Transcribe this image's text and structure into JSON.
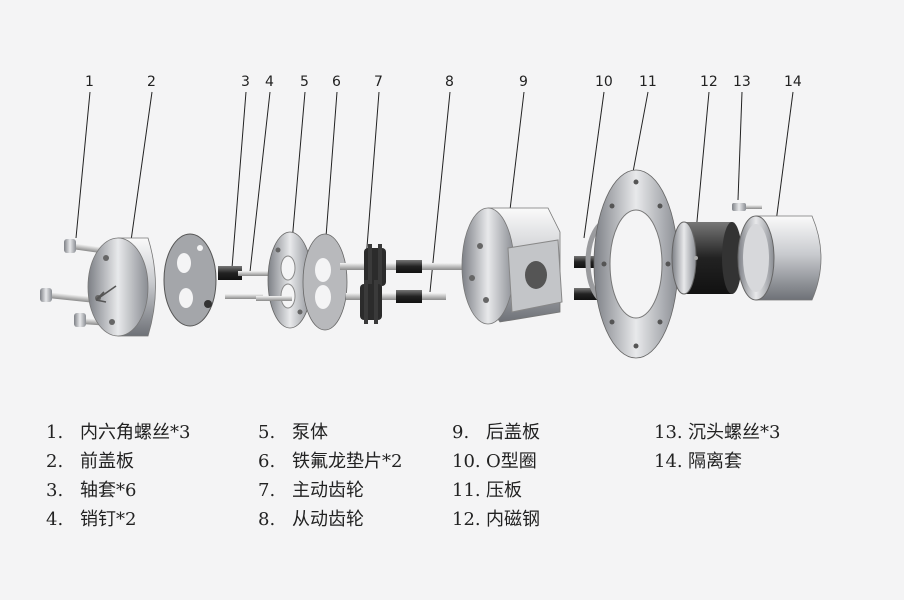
{
  "callouts": [
    "1",
    "2",
    "3",
    "4",
    "5",
    "6",
    "7",
    "8",
    "9",
    "10",
    "11",
    "12",
    "13",
    "14"
  ],
  "legend": [
    [
      {
        "n": "1.",
        "t": "内六角螺丝*3"
      },
      {
        "n": "2.",
        "t": "前盖板"
      },
      {
        "n": "3.",
        "t": "轴套*6"
      },
      {
        "n": "4.",
        "t": "销钉*2"
      }
    ],
    [
      {
        "n": "5.",
        "t": "泵体"
      },
      {
        "n": "6.",
        "t": "铁氟龙垫片*2"
      },
      {
        "n": "7.",
        "t": "主动齿轮"
      },
      {
        "n": "8.",
        "t": "从动齿轮"
      }
    ],
    [
      {
        "n": "9.",
        "t": "后盖板"
      },
      {
        "n": "10.",
        "t": "O型圈"
      },
      {
        "n": "11.",
        "t": "压板"
      },
      {
        "n": "12.",
        "t": "内磁钢"
      }
    ],
    [
      {
        "n": "13.",
        "t": "沉头螺丝*3"
      },
      {
        "n": "14.",
        "t": "隔离套"
      }
    ]
  ]
}
